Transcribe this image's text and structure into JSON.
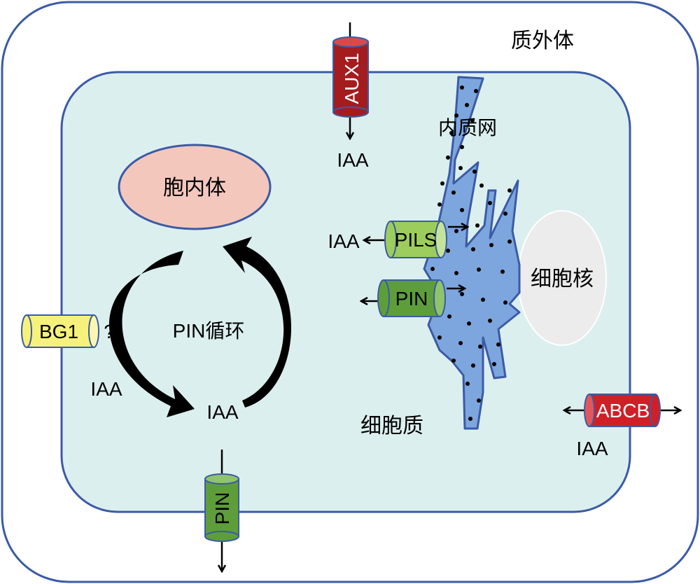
{
  "labels": {
    "apoplast": "质外体",
    "endosome": "胞内体",
    "er": "内质网",
    "nucleus": "细胞核",
    "cytoplasm": "细胞质",
    "pin_cycle": "PIN循环",
    "question": "?",
    "iaa_aux1": "IAA",
    "iaa_pils": "IAA",
    "iaa_bg1": "IAA",
    "iaa_cycle": "IAA",
    "iaa_abcb": "IAA"
  },
  "transporters": {
    "aux1": "AUX1",
    "pils": "PILS",
    "pin_er": "PIN",
    "pin_membrane": "PIN",
    "bg1": "BG1",
    "abcb": "ABCB"
  },
  "colors": {
    "cell_fill": "#dcefef",
    "cell_stroke": "#3b5ba5",
    "endosome_fill": "#f4c7bd",
    "nucleus_fill": "#ececec",
    "er_fill": "#7ea6de",
    "pin_green": "#5e9e3a",
    "pils_green": "#9ccd5c",
    "aux1_red": "#a51c1e",
    "abcb_red": "#d01f26",
    "bg1_yellow": "#f6f17a"
  }
}
